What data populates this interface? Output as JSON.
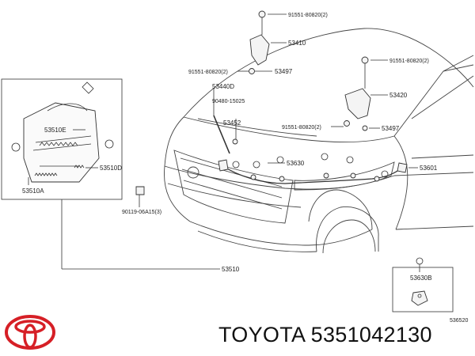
{
  "labels": {
    "bolt_a": "91551-80820(2)",
    "hinge_left": "53410",
    "bolt_b": "91551-80820(2)",
    "cushion_a": "53497",
    "support_rod": "53440D",
    "clip_rod": "90480-15025",
    "rod_grommet": "53452",
    "bolt_c": "91551-80820(2)",
    "hinge_right": "53420",
    "bolt_d": "91551-80820(2)",
    "cushion_b": "53497",
    "latch_lock": "53510E",
    "latch_spring": "53510D",
    "latch_base": "53510A",
    "release_cable": "53630",
    "cable_clamp": "53601",
    "latch_bolt": "90119-06A15(3)",
    "latch_assy": "53510",
    "inset_part": "53630B",
    "diagram_code": "536520"
  },
  "caption": {
    "brand": "TOYOTA",
    "part_number": "5351042130"
  },
  "colors": {
    "logo_red": "#d61f26",
    "line": "#333333"
  }
}
